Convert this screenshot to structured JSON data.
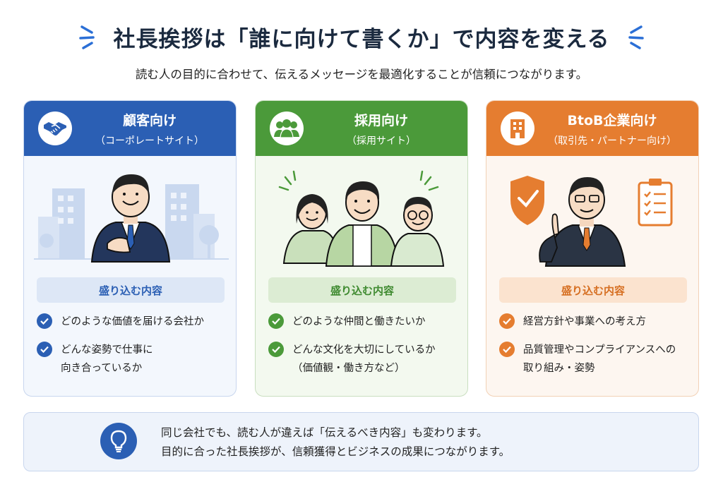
{
  "header": {
    "title": "社長挨拶は「誰に向けて書くか」で内容を変える",
    "subtitle": "読む人の目的に合わせて、伝えるメッセージを最適化することが信頼につながります。"
  },
  "colors": {
    "customer": "#2b5fb4",
    "recruit": "#4b9a3a",
    "btob": "#e57d30"
  },
  "cards": [
    {
      "title": "顧客向け",
      "subtitle": "（コーポレートサイト）",
      "icon": "handshake-icon",
      "section_label": "盛り込む内容",
      "items": [
        "どのような価値を届ける会社か",
        "どんな姿勢で仕事に\n向き合っているか"
      ]
    },
    {
      "title": "採用向け",
      "subtitle": "（採用サイト）",
      "icon": "group-icon",
      "section_label": "盛り込む内容",
      "items": [
        "どのような仲間と働きたいか",
        "どんな文化を大切にしているか\n（価値観・働き方など）"
      ]
    },
    {
      "title": "BtoB企業向け",
      "subtitle": "（取引先・パートナー向け）",
      "icon": "building-icon",
      "section_label": "盛り込む内容",
      "items": [
        "経営方針や事業への考え方",
        "品質管理やコンプライアンスへの\n取り組み・姿勢"
      ]
    }
  ],
  "footer": {
    "icon": "lightbulb-icon",
    "line1": "同じ会社でも、読む人が違えば「伝えるべき内容」も変わります。",
    "line2": "目的に合った社長挨拶が、信頼獲得とビジネスの成果につながります。"
  }
}
